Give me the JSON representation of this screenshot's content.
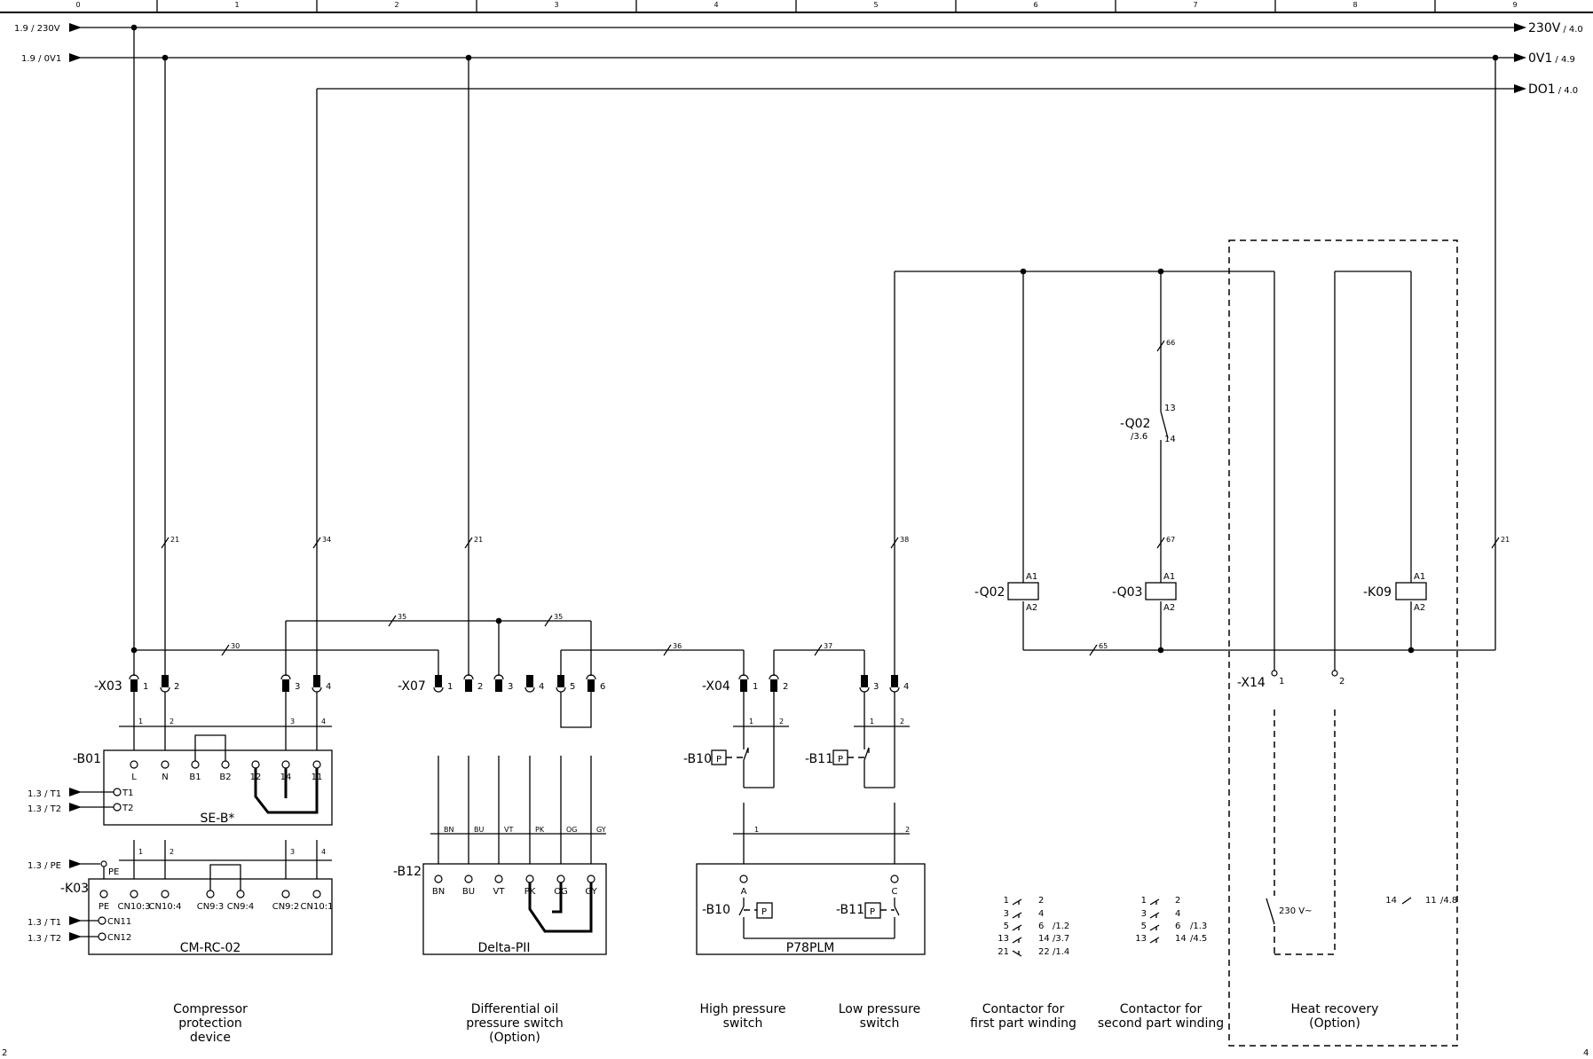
{
  "sheet": {
    "columns": [
      "0",
      "1",
      "2",
      "3",
      "4",
      "5",
      "6",
      "7",
      "8",
      "9"
    ],
    "page_left": "2",
    "page_right": "4"
  },
  "rails": {
    "r230": {
      "ref_in": "1.9 / 230V",
      "ref_out": "230V",
      "ref_out_page": "/ 4.0"
    },
    "r0v1": {
      "ref_in": "1.9 / 0V1",
      "ref_out": "0V1",
      "ref_out_page": "/ 4.9"
    },
    "do1": {
      "ref_out": "DO1",
      "ref_out_page": "/ 4.0"
    }
  },
  "wire_numbers": {
    "w21a": "21",
    "w34": "34",
    "w21b": "21",
    "w38": "38",
    "w66": "66",
    "w67": "67",
    "w21c": "21",
    "w30": "30",
    "w35a": "35",
    "w35b": "35",
    "w36": "36",
    "w37": "37",
    "w65": "65"
  },
  "x03": {
    "name": "-X03",
    "pins": [
      "1",
      "2",
      "3",
      "4"
    ],
    "bridge": [
      "1",
      "2",
      "3",
      "4"
    ]
  },
  "x07": {
    "name": "-X07",
    "pins": [
      "1",
      "2",
      "3",
      "4",
      "5",
      "6"
    ]
  },
  "x04": {
    "name": "-X04",
    "pins": [
      "1",
      "2",
      "3",
      "4"
    ],
    "bridge": [
      "1",
      "2",
      "1",
      "2"
    ]
  },
  "x14": {
    "name": "-X14",
    "pins": [
      "1",
      "2"
    ]
  },
  "b01": {
    "name": "-B01",
    "model": "SE-B*",
    "terminals": [
      "L",
      "N",
      "B1",
      "B2",
      "12",
      "14",
      "11"
    ],
    "t1": "T1",
    "t2": "T2",
    "ref_t1": "1.3 / T1",
    "ref_t2": "1.3 / T2"
  },
  "k03": {
    "name": "-K03",
    "model": "CM-RC-02",
    "terminals": [
      "PE",
      "CN10:3",
      "CN10:4",
      "CN9:3",
      "CN9:4",
      "CN9:2",
      "CN10:1"
    ],
    "bridge": [
      "1",
      "2",
      "3",
      "4"
    ],
    "pe": "PE",
    "ref_pe": "1.3 / PE",
    "cn11": "CN11",
    "cn12": "CN12",
    "ref_t1": "1.3 / T1",
    "ref_t2": "1.3 / T2"
  },
  "b12": {
    "name": "-B12",
    "model": "Delta-PII",
    "terminals": [
      "BN",
      "BU",
      "VT",
      "PK",
      "OG",
      "GY"
    ],
    "cable": [
      "BN",
      "BU",
      "VT",
      "PK",
      "OG",
      "GY"
    ]
  },
  "b10": {
    "name": "-B10",
    "p": "P"
  },
  "b11": {
    "name": "-B11",
    "p": "P"
  },
  "p78": {
    "model": "P78PLM",
    "a": "A",
    "c": "C",
    "b10": "-B10",
    "b11": "-B11",
    "p": "P",
    "bridge": [
      "1",
      "2"
    ]
  },
  "q02_contact": {
    "name": "-Q02",
    "ref": "/3.6",
    "t13": "13",
    "t14": "14"
  },
  "coils": {
    "q02": {
      "name": "-Q02",
      "a1": "A1",
      "a2": "A2"
    },
    "q03": {
      "name": "-Q03",
      "a1": "A1",
      "a2": "A2"
    },
    "k09": {
      "name": "-K09",
      "a1": "A1",
      "a2": "A2"
    }
  },
  "q02_table": [
    {
      "a": "1",
      "b": "2",
      "ref": ""
    },
    {
      "a": "3",
      "b": "4",
      "ref": ""
    },
    {
      "a": "5",
      "b": "6",
      "ref": "/1.2"
    },
    {
      "a": "13",
      "b": "14",
      "ref": "/3.7"
    },
    {
      "a": "21",
      "b": "22",
      "ref": "/1.4"
    }
  ],
  "q03_table": [
    {
      "a": "1",
      "b": "2",
      "ref": ""
    },
    {
      "a": "3",
      "b": "4",
      "ref": ""
    },
    {
      "a": "5",
      "b": "6",
      "ref": "/1.3"
    },
    {
      "a": "13",
      "b": "14",
      "ref": "/4.5"
    }
  ],
  "k09_table": {
    "a": "14",
    "b": "11",
    "ref": "/4.8"
  },
  "heat_recovery": {
    "voltage": "230 V~"
  },
  "captions": {
    "compressor": [
      "Compressor",
      "protection",
      "device"
    ],
    "diff_oil": [
      "Differential oil",
      "pressure switch",
      "(Option)"
    ],
    "hp": [
      "High pressure",
      "switch"
    ],
    "lp": [
      "Low pressure",
      "switch"
    ],
    "q02": [
      "Contactor for",
      "first part winding"
    ],
    "q03": [
      "Contactor for",
      "second part winding"
    ],
    "heat": [
      "Heat recovery",
      "(Option)"
    ]
  }
}
